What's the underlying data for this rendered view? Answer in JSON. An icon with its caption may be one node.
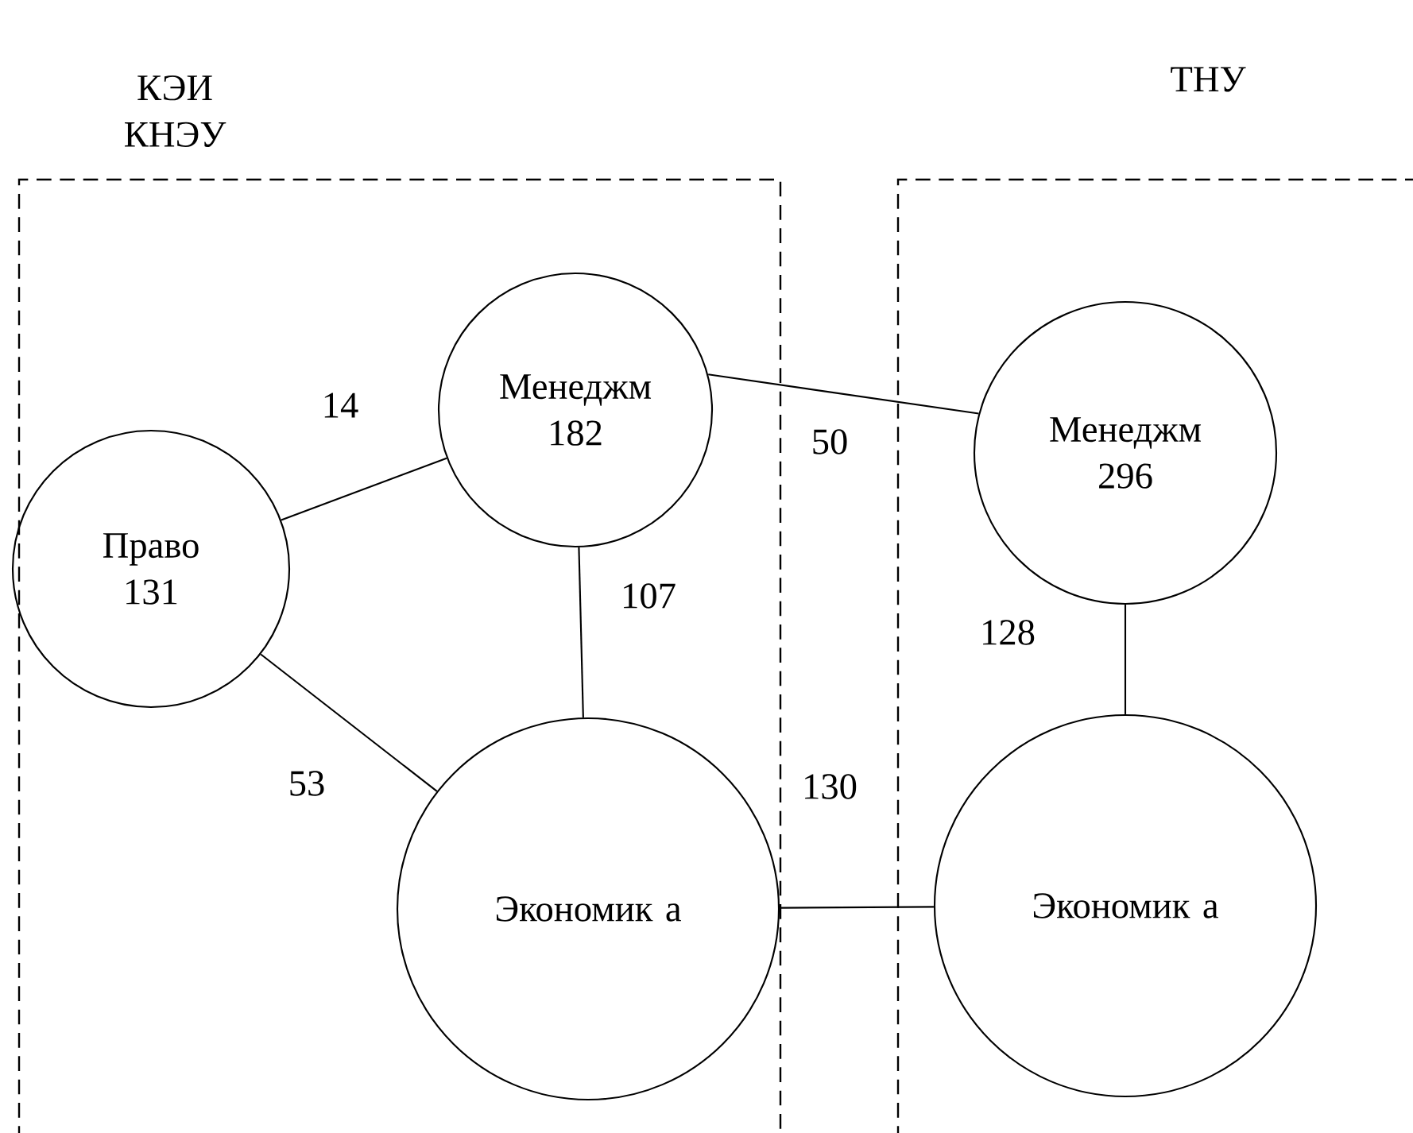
{
  "diagram": {
    "nodes": [
      {
        "text": [
          "КЭИ КНЭУ"
        ]
      },
      {
        "text": [
          "Менеджм 182"
        ],
        "in": 0
      },
      {
        "text": [
          "Право 131"
        ],
        "in": 0
      },
      {
        "text": [
          "Экономик а"
        ],
        "in": 0
      },
      {
        "text": [
          "ТНУ"
        ]
      },
      {
        "text": [
          "Менеджм 296"
        ],
        "in": 4
      },
      {
        "text": [
          "Экономик а"
        ],
        "in": 4
      }
    ],
    "edges": [
      {
        "from": 2,
        "to": 1,
        "arrow": "none",
        "label": "14"
      },
      {
        "from": 1,
        "to": 5,
        "arrow": "none",
        "label": "50"
      },
      {
        "from": 1,
        "to": 3,
        "arrow": "none",
        "label": "107"
      },
      {
        "from": 5,
        "to": 6,
        "arrow": "none",
        "label": "128"
      },
      {
        "from": 3,
        "to": 6,
        "arrow": "none",
        "label": "130"
      },
      {
        "from": 2,
        "to": 3,
        "arrow": "none",
        "label": "53"
      }
    ]
  }
}
